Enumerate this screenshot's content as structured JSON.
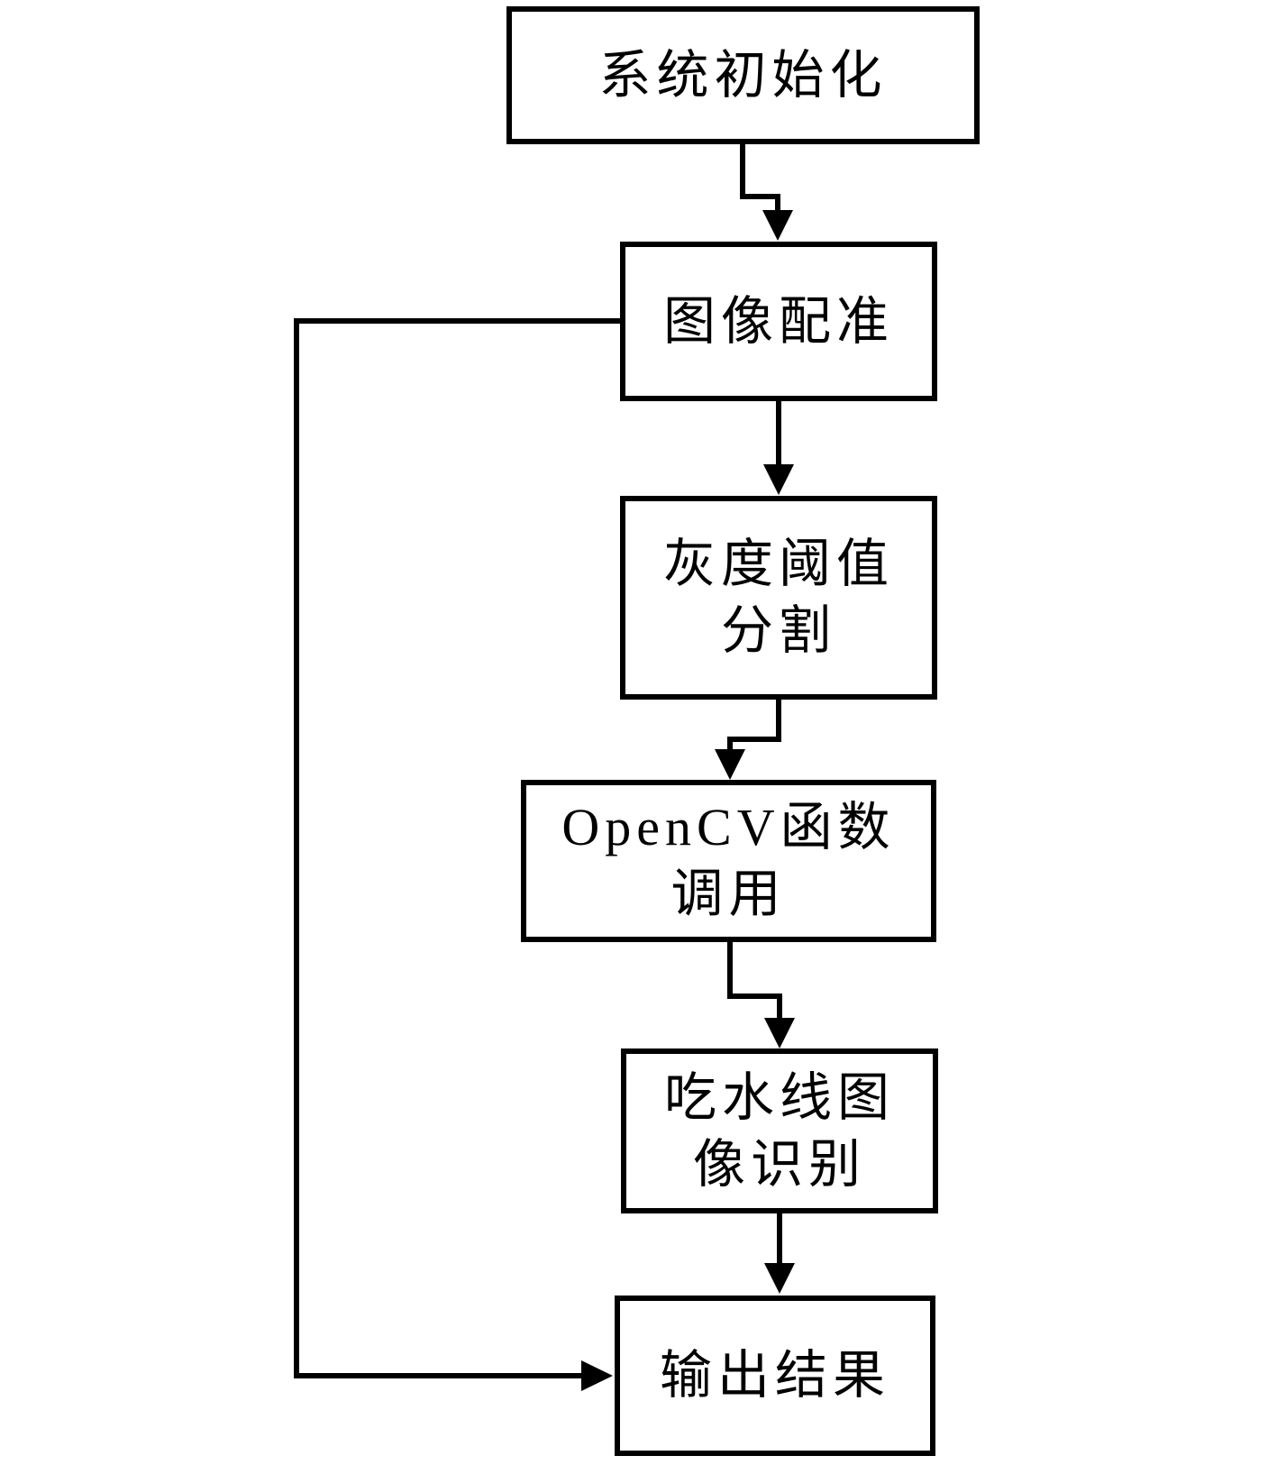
{
  "diagram": {
    "type": "flowchart",
    "background_color": "#ffffff",
    "line_color": "#000000",
    "text_color": "#000000",
    "nodes": [
      {
        "id": "system-init",
        "label": "系统初始化",
        "lines": [
          "系统初始化"
        ]
      },
      {
        "id": "image-registration",
        "label": "图像配准",
        "lines": [
          "图像配准"
        ]
      },
      {
        "id": "gray-threshold-segment",
        "label": "灰度阈值分割",
        "lines": [
          "灰度阈值",
          "分割"
        ]
      },
      {
        "id": "opencv-function-call",
        "label": "OpenCV函数调用",
        "lines": [
          "OpenCV函数",
          "调用"
        ]
      },
      {
        "id": "waterline-recognition",
        "label": "吃水线图像识别",
        "lines": [
          "吃水线图",
          "像识别"
        ]
      },
      {
        "id": "output-result",
        "label": "输出结果",
        "lines": [
          "输出结果"
        ]
      }
    ],
    "edges": [
      {
        "from": "系统初始化",
        "to": "图像配准",
        "style": "stepped-down-arrow"
      },
      {
        "from": "图像配准",
        "to": "灰度阈值分割",
        "style": "straight-down-arrow"
      },
      {
        "from": "灰度阈值分割",
        "to": "OpenCV函数调用",
        "style": "stepped-down-arrow"
      },
      {
        "from": "OpenCV函数调用",
        "to": "吃水线图像识别",
        "style": "stepped-down-arrow"
      },
      {
        "from": "吃水线图像识别",
        "to": "输出结果",
        "style": "straight-down-arrow"
      },
      {
        "from": "图像配准",
        "to": "输出结果",
        "style": "left-side-bypass-arrow"
      }
    ]
  }
}
